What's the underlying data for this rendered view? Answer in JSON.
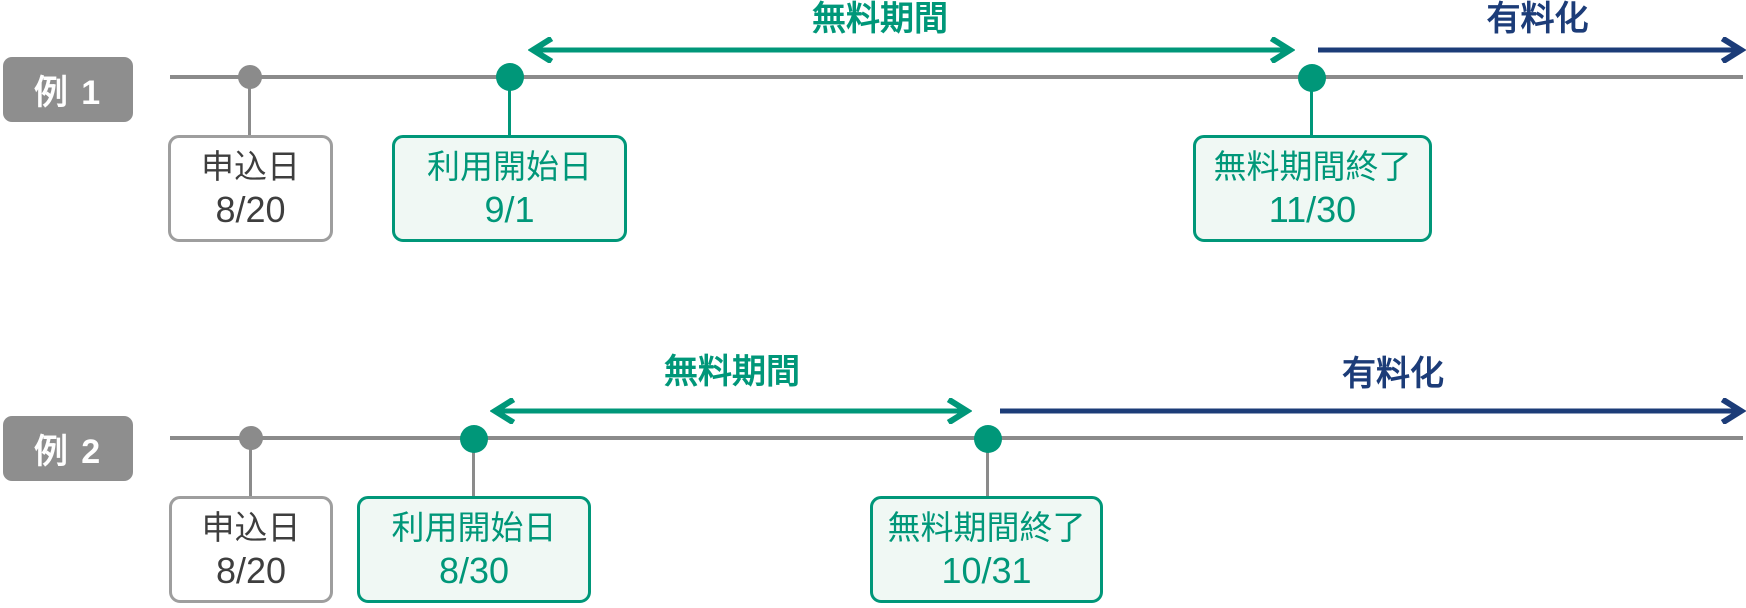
{
  "diagram_title": "free-trial-period-timelines",
  "colors": {
    "teal": "#009779",
    "teal_fill": "#F0F8F4",
    "navy": "#1C3C78",
    "gray": "#8B8B8B",
    "label_bg": "#8E8E8E",
    "gray_border": "#9E9E9E",
    "dark_text": "#3E3E3E",
    "white": "#FFFFFF"
  },
  "examples": [
    {
      "label": "例 1",
      "free_period_label": "無料期間",
      "paid_label": "有料化",
      "events": [
        {
          "title": "申込日",
          "date": "8/20",
          "style": "gray"
        },
        {
          "title": "利用開始日",
          "date": "9/1",
          "style": "teal"
        },
        {
          "title": "無料期間終了",
          "date": "11/30",
          "style": "teal"
        }
      ]
    },
    {
      "label": "例 2",
      "free_period_label": "無料期間",
      "paid_label": "有料化",
      "events": [
        {
          "title": "申込日",
          "date": "8/20",
          "style": "gray"
        },
        {
          "title": "利用開始日",
          "date": "8/30",
          "style": "teal"
        },
        {
          "title": "無料期間終了",
          "date": "10/31",
          "style": "teal"
        }
      ]
    }
  ]
}
